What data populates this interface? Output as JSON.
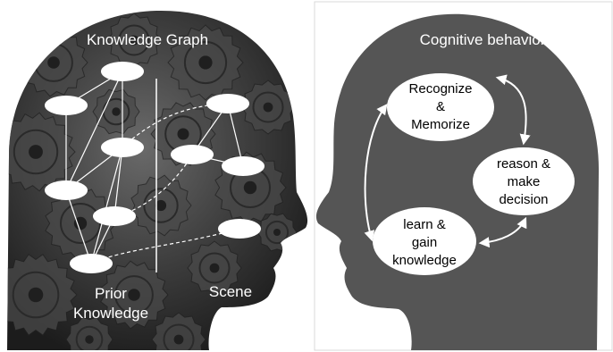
{
  "left_panel": {
    "title": "Knowledge Graph",
    "prior_label_line1": "Prior",
    "prior_label_line2": "Knowledge",
    "scene_label": "Scene"
  },
  "right_panel": {
    "title": "Cognitive behavior",
    "nodes": {
      "recognize": [
        "Recognize",
        "&",
        "Memorize"
      ],
      "reason": [
        "reason &",
        "make",
        "decision"
      ],
      "learn": [
        "learn &",
        "gain",
        "knowledge"
      ]
    }
  },
  "colors": {
    "head_dark": "#2e2e2e",
    "head_mid": "#5a5a5a",
    "head_right": "#555555",
    "node_fill": "#ffffff",
    "edge": "#ffffff"
  }
}
